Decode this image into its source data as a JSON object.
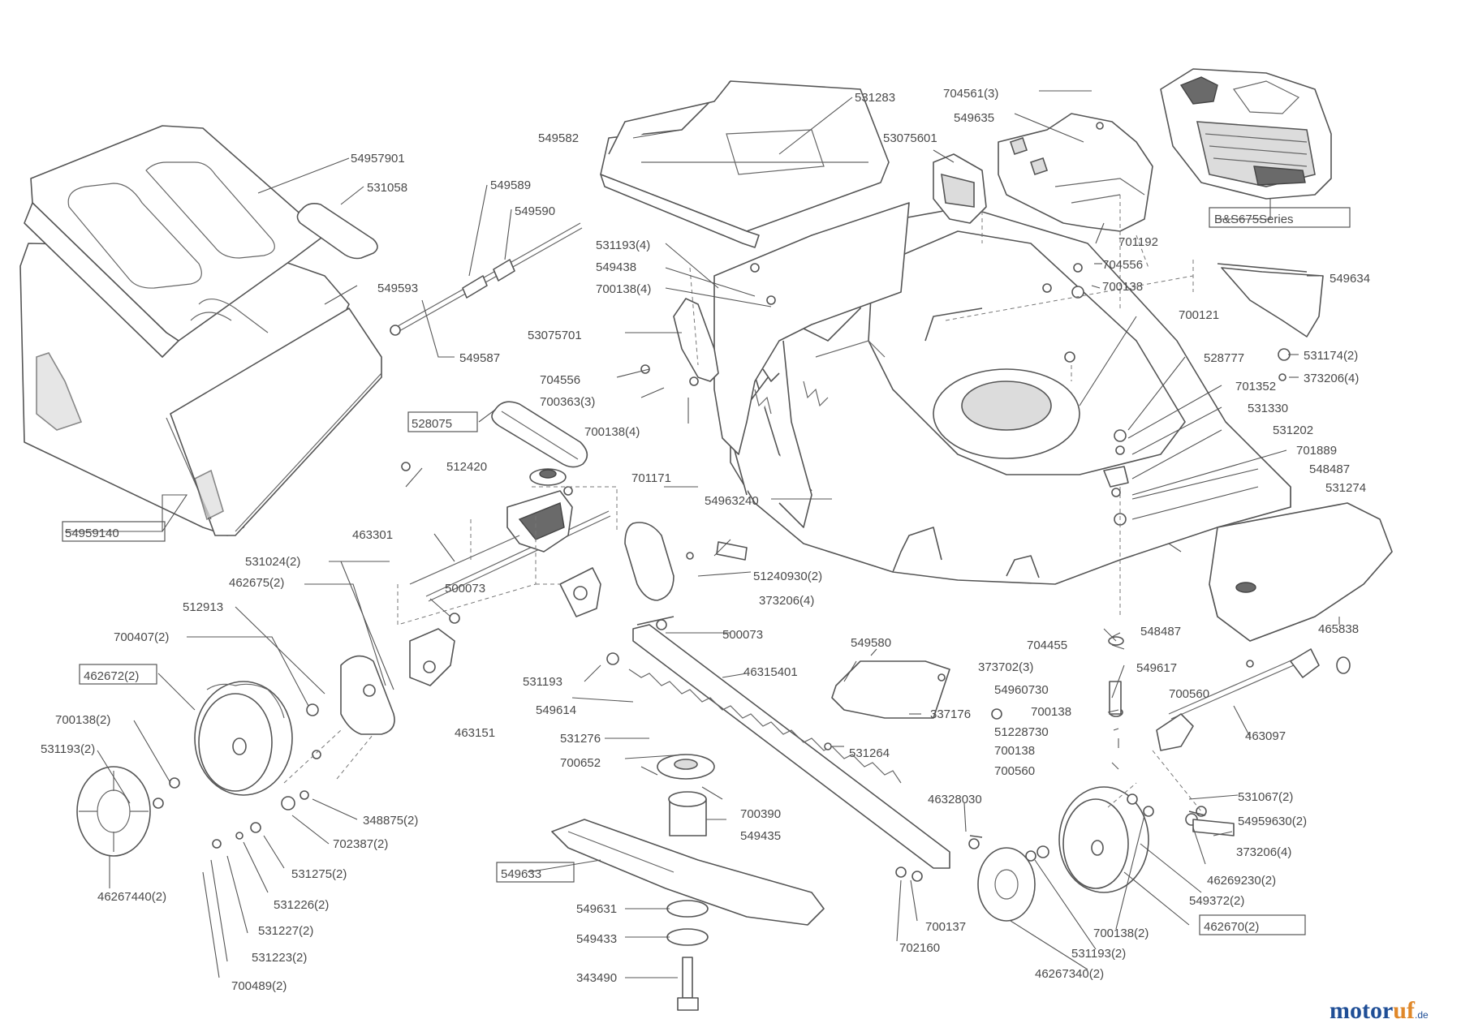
{
  "labels": {
    "p1": "54957901",
    "p2": "531058",
    "p3": "549589",
    "p4": "549590",
    "p5": "549593",
    "p6": "549587",
    "p7": "54959140",
    "p8": "528075",
    "p9": "512420",
    "p10": "549582",
    "p11": "531283",
    "p12": "531193(4)",
    "p13": "549438",
    "p14": "700138(4)",
    "p15": "53075701",
    "p16": "704556",
    "p17": "700363(3)",
    "p18": "700138(4)",
    "p19": "704561(3)",
    "p20": "549635",
    "p21": "53075601",
    "p22": "B&S675Series",
    "p23": "701192",
    "p24": "704556",
    "p25": "700138",
    "p26": "700121",
    "p27": "549634",
    "p28": "531174(2)",
    "p29": "373206(4)",
    "p30": "528777",
    "p31": "701352",
    "p32": "531330",
    "p33": "531202",
    "p34": "701889",
    "p35": "548487",
    "p36": "531274",
    "p37": "54963240",
    "p38": "701171",
    "p39": "463301",
    "p40": "531024(2)",
    "p41": "462675(2)",
    "p42": "500073",
    "p43": "512913",
    "p44": "700407(2)",
    "p45": "462672(2)",
    "p46": "463151",
    "p47": "700138(2)",
    "p48": "531193(2)",
    "p49": "46267440(2)",
    "p50": "348875(2)",
    "p51": "702387(2)",
    "p52": "531275(2)",
    "p53": "531226(2)",
    "p54": "531227(2)",
    "p55": "531223(2)",
    "p56": "700489(2)",
    "p57": "51240930(2)",
    "p58": "373206(4)",
    "p59": "500073",
    "p60": "531193",
    "p61": "46315401",
    "p62": "549614",
    "p63": "531276",
    "p64": "700652",
    "p65": "700390",
    "p66": "549435",
    "p67": "549633",
    "p68": "549631",
    "p69": "549433",
    "p70": "343490",
    "p71": "46328030",
    "p72": "700137",
    "p73": "702160",
    "p74": "549580",
    "p75": "373702(3)",
    "p76": "337176",
    "p77": "531264",
    "p78": "465838",
    "p79": "548487",
    "p80": "704455",
    "p81": "549617",
    "p82": "54960730",
    "p83": "700560",
    "p84": "700138",
    "p85": "51228730",
    "p86": "700138",
    "p87": "700560",
    "p88": "463097",
    "p89": "531067(2)",
    "p90": "54959630(2)",
    "p91": "373206(4)",
    "p92": "46269230(2)",
    "p93": "549372(2)",
    "p94": "462670(2)",
    "p95": "700138(2)",
    "p96": "531193(2)",
    "p97": "46267340(2)"
  },
  "watermark": {
    "brand_a": "motor",
    "brand_b": "uf",
    "brand_suffix": ".de"
  },
  "colors": {
    "line": "#555555",
    "text": "#4a4a4a",
    "watermark_blue": "#1f4e96",
    "watermark_orange": "#e0882a"
  }
}
